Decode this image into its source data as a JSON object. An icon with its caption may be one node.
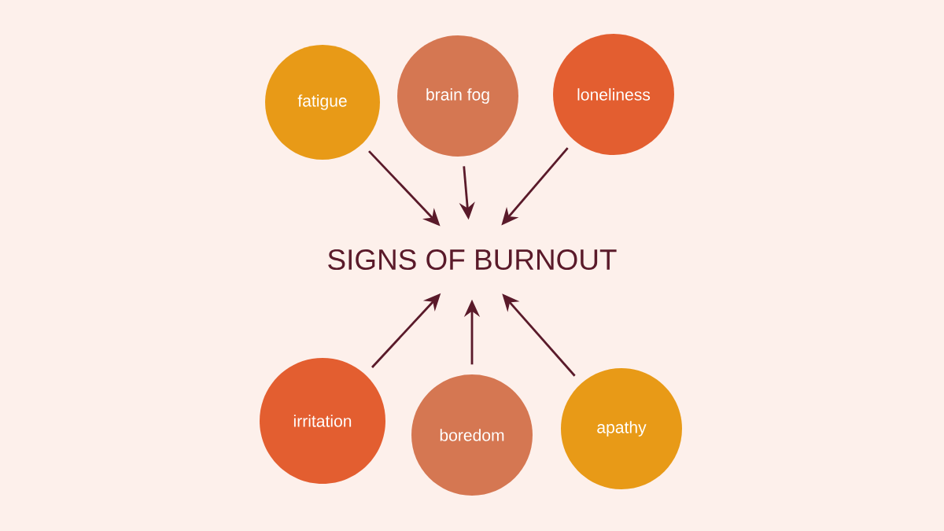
{
  "diagram": {
    "nodes": [
      {
        "text": [
          "fatigue"
        ]
      },
      {
        "text": [
          "brain fog"
        ]
      },
      {
        "text": [
          "loneliness"
        ]
      },
      {
        "text": [
          "SIGNS OF BURNOUT"
        ]
      },
      {
        "text": [
          "irritation"
        ]
      },
      {
        "text": [
          "boredom"
        ]
      },
      {
        "text": [
          "apathy"
        ]
      }
    ],
    "edges": [
      {
        "from": 0,
        "to": 3,
        "arrow": "to"
      },
      {
        "from": 1,
        "to": 3,
        "arrow": "to"
      },
      {
        "from": 2,
        "to": 3,
        "arrow": "to"
      },
      {
        "from": 4,
        "to": 3,
        "arrow": "to"
      },
      {
        "from": 5,
        "to": 3,
        "arrow": "to"
      },
      {
        "from": 6,
        "to": 3,
        "arrow": "to"
      }
    ]
  }
}
